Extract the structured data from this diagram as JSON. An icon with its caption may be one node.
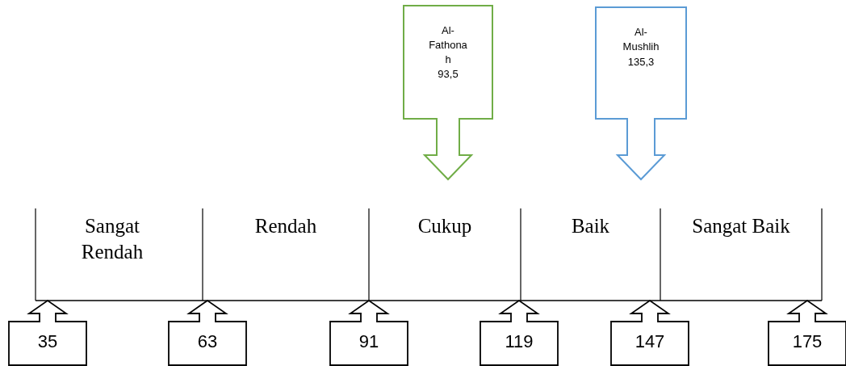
{
  "diagram": {
    "nodes": [
      {
        "text": [
          "Al-Fathonah",
          "93,5"
        ]
      },
      {
        "text": [
          "Al-Mushlih",
          "135,3"
        ]
      },
      {
        "text": [
          "35"
        ]
      },
      {
        "text": [
          "63"
        ]
      },
      {
        "text": [
          "91"
        ]
      },
      {
        "text": [
          "119"
        ]
      },
      {
        "text": [
          "147"
        ]
      },
      {
        "text": [
          "175"
        ]
      }
    ],
    "labels": [
      "Sangat Rendah",
      "Rendah",
      "Cukup",
      "Baik",
      "Sangat Baik"
    ]
  }
}
